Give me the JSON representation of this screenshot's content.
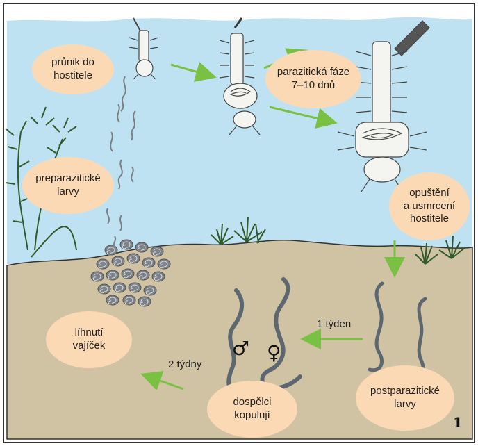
{
  "colors": {
    "water": "#bfe2f2",
    "sediment": "#cfc3a3",
    "label_bg": "#fbd9b5",
    "arrow": "#7ac143",
    "worm": "#5d6770"
  },
  "labels": {
    "entry_l1": "průnik do",
    "entry_l2": "hostitele",
    "parasitic_l1": "parazitická fáze",
    "parasitic_l2": "7–10 dnů",
    "preparasitic_l1": "preparazitické",
    "preparasitic_l2": "larvy",
    "exit_l1": "opuštění",
    "exit_l2": "a usmrcení",
    "exit_l3": "hostitele",
    "hatching_l1": "líhnutí",
    "hatching_l2": "vajíček",
    "postparasitic_l1": "postparazitické",
    "postparasitic_l2": "larvy",
    "adults_l1": "dospělci",
    "adults_l2": "kopulují",
    "one_week": "1 týden",
    "two_weeks": "2 týdny"
  },
  "symbols": {
    "male": "♂",
    "female": "♀"
  },
  "figure_number": "1"
}
